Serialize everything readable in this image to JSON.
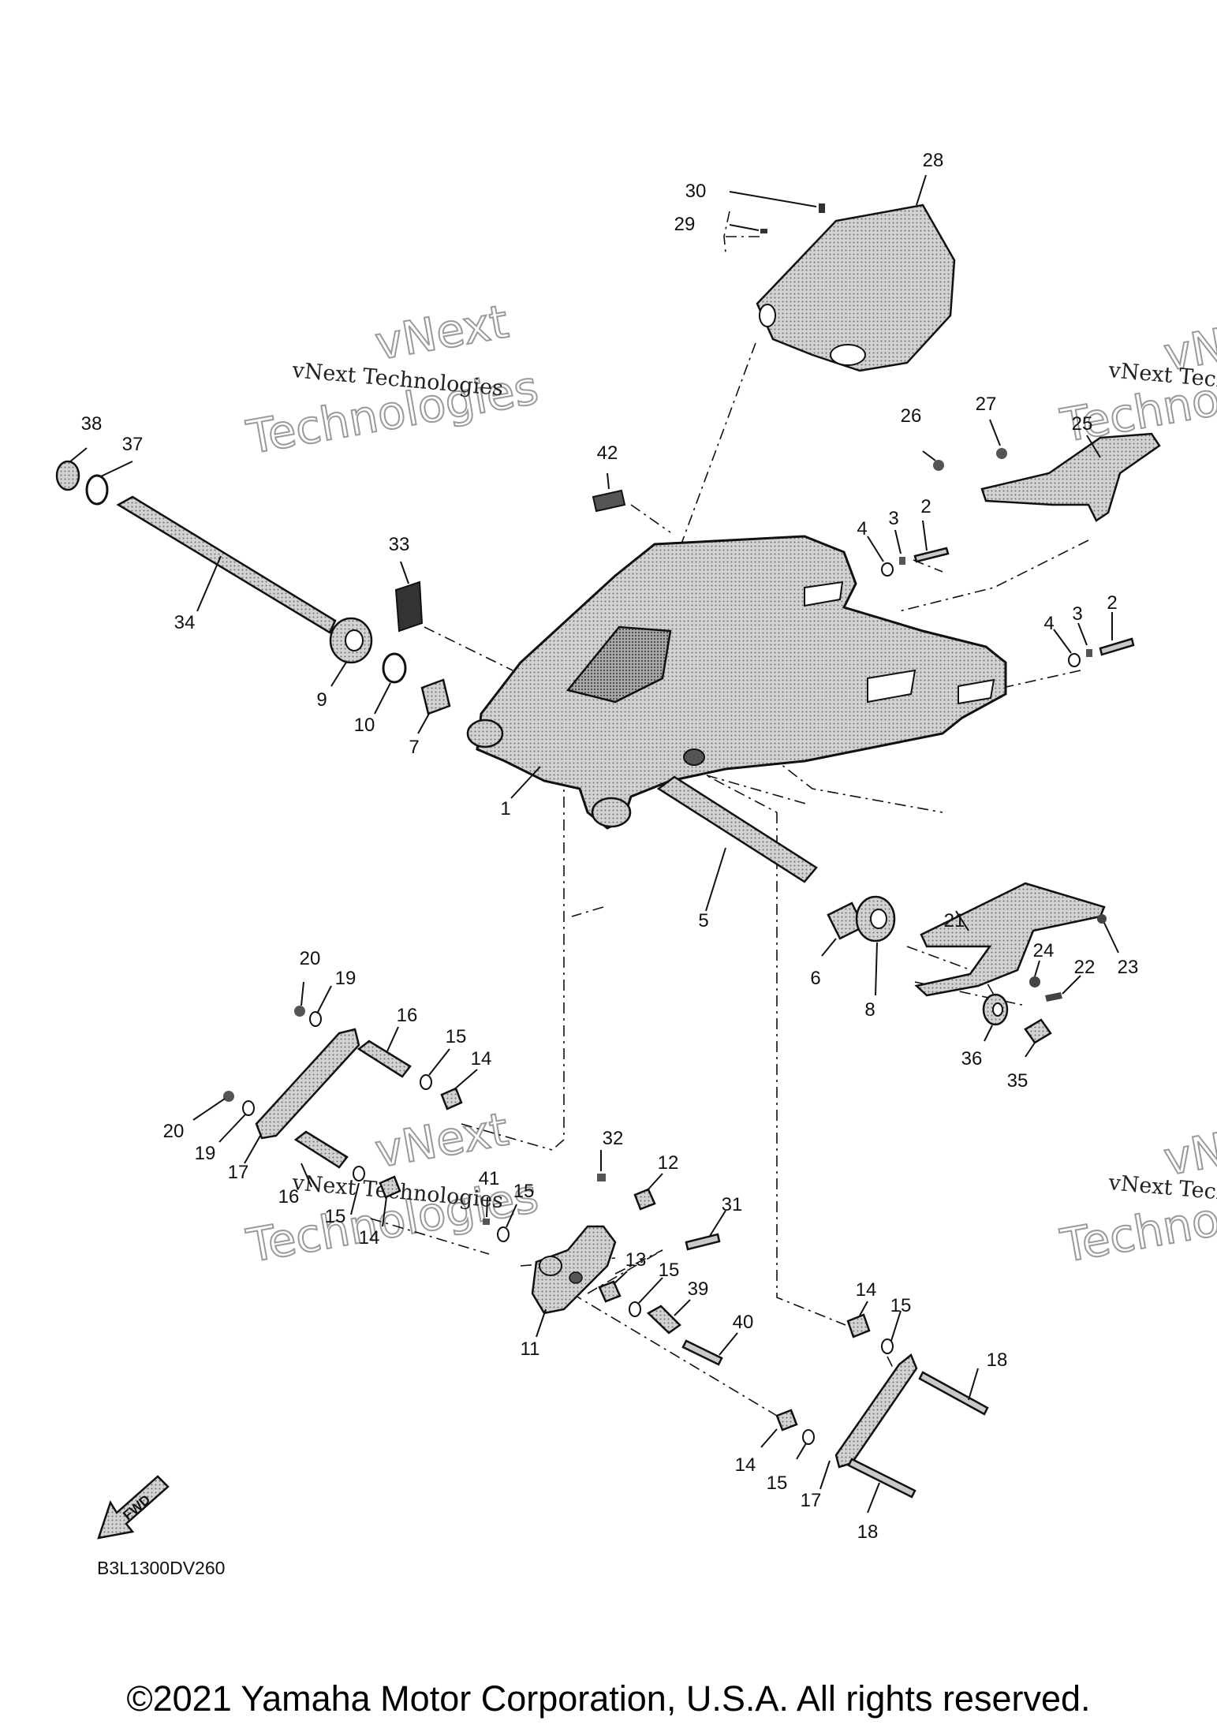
{
  "diagram": {
    "code": "B3L1300DV260",
    "fwd_label": "FWD",
    "copyright": "©2021 Yamaha Motor Corporation, U.S.A. All rights reserved.",
    "watermark": {
      "line1": "vNext",
      "line2": "Technologies",
      "caption": "vNext Technologies"
    },
    "callouts": [
      {
        "id": "c28",
        "text": "28"
      },
      {
        "id": "c30",
        "text": "30"
      },
      {
        "id": "c29",
        "text": "29"
      },
      {
        "id": "c38",
        "text": "38"
      },
      {
        "id": "c37",
        "text": "37"
      },
      {
        "id": "c42",
        "text": "42"
      },
      {
        "id": "c26",
        "text": "26"
      },
      {
        "id": "c27",
        "text": "27"
      },
      {
        "id": "c25",
        "text": "25"
      },
      {
        "id": "c33",
        "text": "33"
      },
      {
        "id": "c4a",
        "text": "4"
      },
      {
        "id": "c3a",
        "text": "3"
      },
      {
        "id": "c2a",
        "text": "2"
      },
      {
        "id": "c34",
        "text": "34"
      },
      {
        "id": "c4b",
        "text": "4"
      },
      {
        "id": "c3b",
        "text": "3"
      },
      {
        "id": "c2b",
        "text": "2"
      },
      {
        "id": "c9",
        "text": "9"
      },
      {
        "id": "c10",
        "text": "10"
      },
      {
        "id": "c7",
        "text": "7"
      },
      {
        "id": "c1",
        "text": "1"
      },
      {
        "id": "c21",
        "text": "21"
      },
      {
        "id": "c5",
        "text": "5"
      },
      {
        "id": "c23",
        "text": "23"
      },
      {
        "id": "c24",
        "text": "24"
      },
      {
        "id": "c22",
        "text": "22"
      },
      {
        "id": "c6",
        "text": "6"
      },
      {
        "id": "c8",
        "text": "8"
      },
      {
        "id": "c20a",
        "text": "20"
      },
      {
        "id": "c19a",
        "text": "19"
      },
      {
        "id": "c16a",
        "text": "16"
      },
      {
        "id": "c15a",
        "text": "15"
      },
      {
        "id": "c14a",
        "text": "14"
      },
      {
        "id": "c36",
        "text": "36"
      },
      {
        "id": "c35",
        "text": "35"
      },
      {
        "id": "c20b",
        "text": "20"
      },
      {
        "id": "c19b",
        "text": "19"
      },
      {
        "id": "c17a",
        "text": "17"
      },
      {
        "id": "c32",
        "text": "32"
      },
      {
        "id": "c12",
        "text": "12"
      },
      {
        "id": "c16b",
        "text": "16"
      },
      {
        "id": "c41",
        "text": "41"
      },
      {
        "id": "c15b",
        "text": "15"
      },
      {
        "id": "c15c",
        "text": "15"
      },
      {
        "id": "c14b",
        "text": "14"
      },
      {
        "id": "c31",
        "text": "31"
      },
      {
        "id": "c13",
        "text": "13"
      },
      {
        "id": "c15d",
        "text": "15"
      },
      {
        "id": "c39",
        "text": "39"
      },
      {
        "id": "c14c",
        "text": "14"
      },
      {
        "id": "c15e",
        "text": "15"
      },
      {
        "id": "c11",
        "text": "11"
      },
      {
        "id": "c40",
        "text": "40"
      },
      {
        "id": "c18a",
        "text": "18"
      },
      {
        "id": "c14d",
        "text": "14"
      },
      {
        "id": "c15f",
        "text": "15"
      },
      {
        "id": "c17b",
        "text": "17"
      },
      {
        "id": "c18b",
        "text": "18"
      }
    ]
  }
}
